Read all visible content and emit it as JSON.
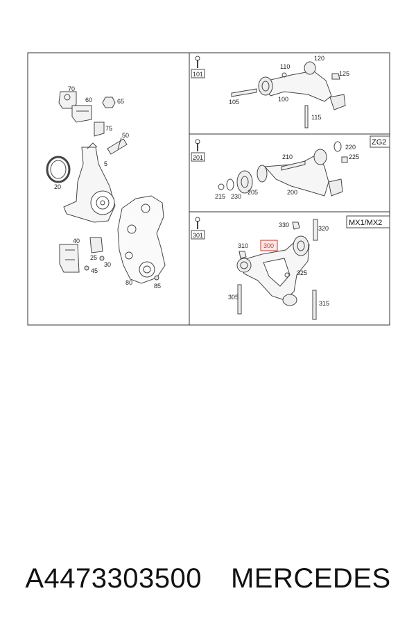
{
  "panel_tags": {
    "zg2": "ZG2",
    "mx": "MX1/MX2"
  },
  "boxed_refs": {
    "r101": "101",
    "r201": "201",
    "r301": "301"
  },
  "labels": {
    "p70": "70",
    "p60": "60",
    "p65": "65",
    "p75": "75",
    "p50": "50",
    "p5": "5",
    "p20": "20",
    "p40": "40",
    "p25": "25",
    "p30": "30",
    "p45": "45",
    "p80": "80",
    "p85": "85",
    "p120": "120",
    "p110": "110",
    "p125": "125",
    "p105": "105",
    "p100": "100",
    "p115": "115",
    "p220": "220",
    "p210": "210",
    "p225": "225",
    "p215": "215",
    "p230": "230",
    "p205": "205",
    "p200": "200",
    "p330": "330",
    "p320": "320",
    "p310": "310",
    "p300": "300",
    "p325": "325",
    "p305": "305",
    "p315": "315"
  },
  "highlight_part": "300",
  "caption": {
    "part_number": "A4473303500",
    "brand": "MERCEDES"
  }
}
